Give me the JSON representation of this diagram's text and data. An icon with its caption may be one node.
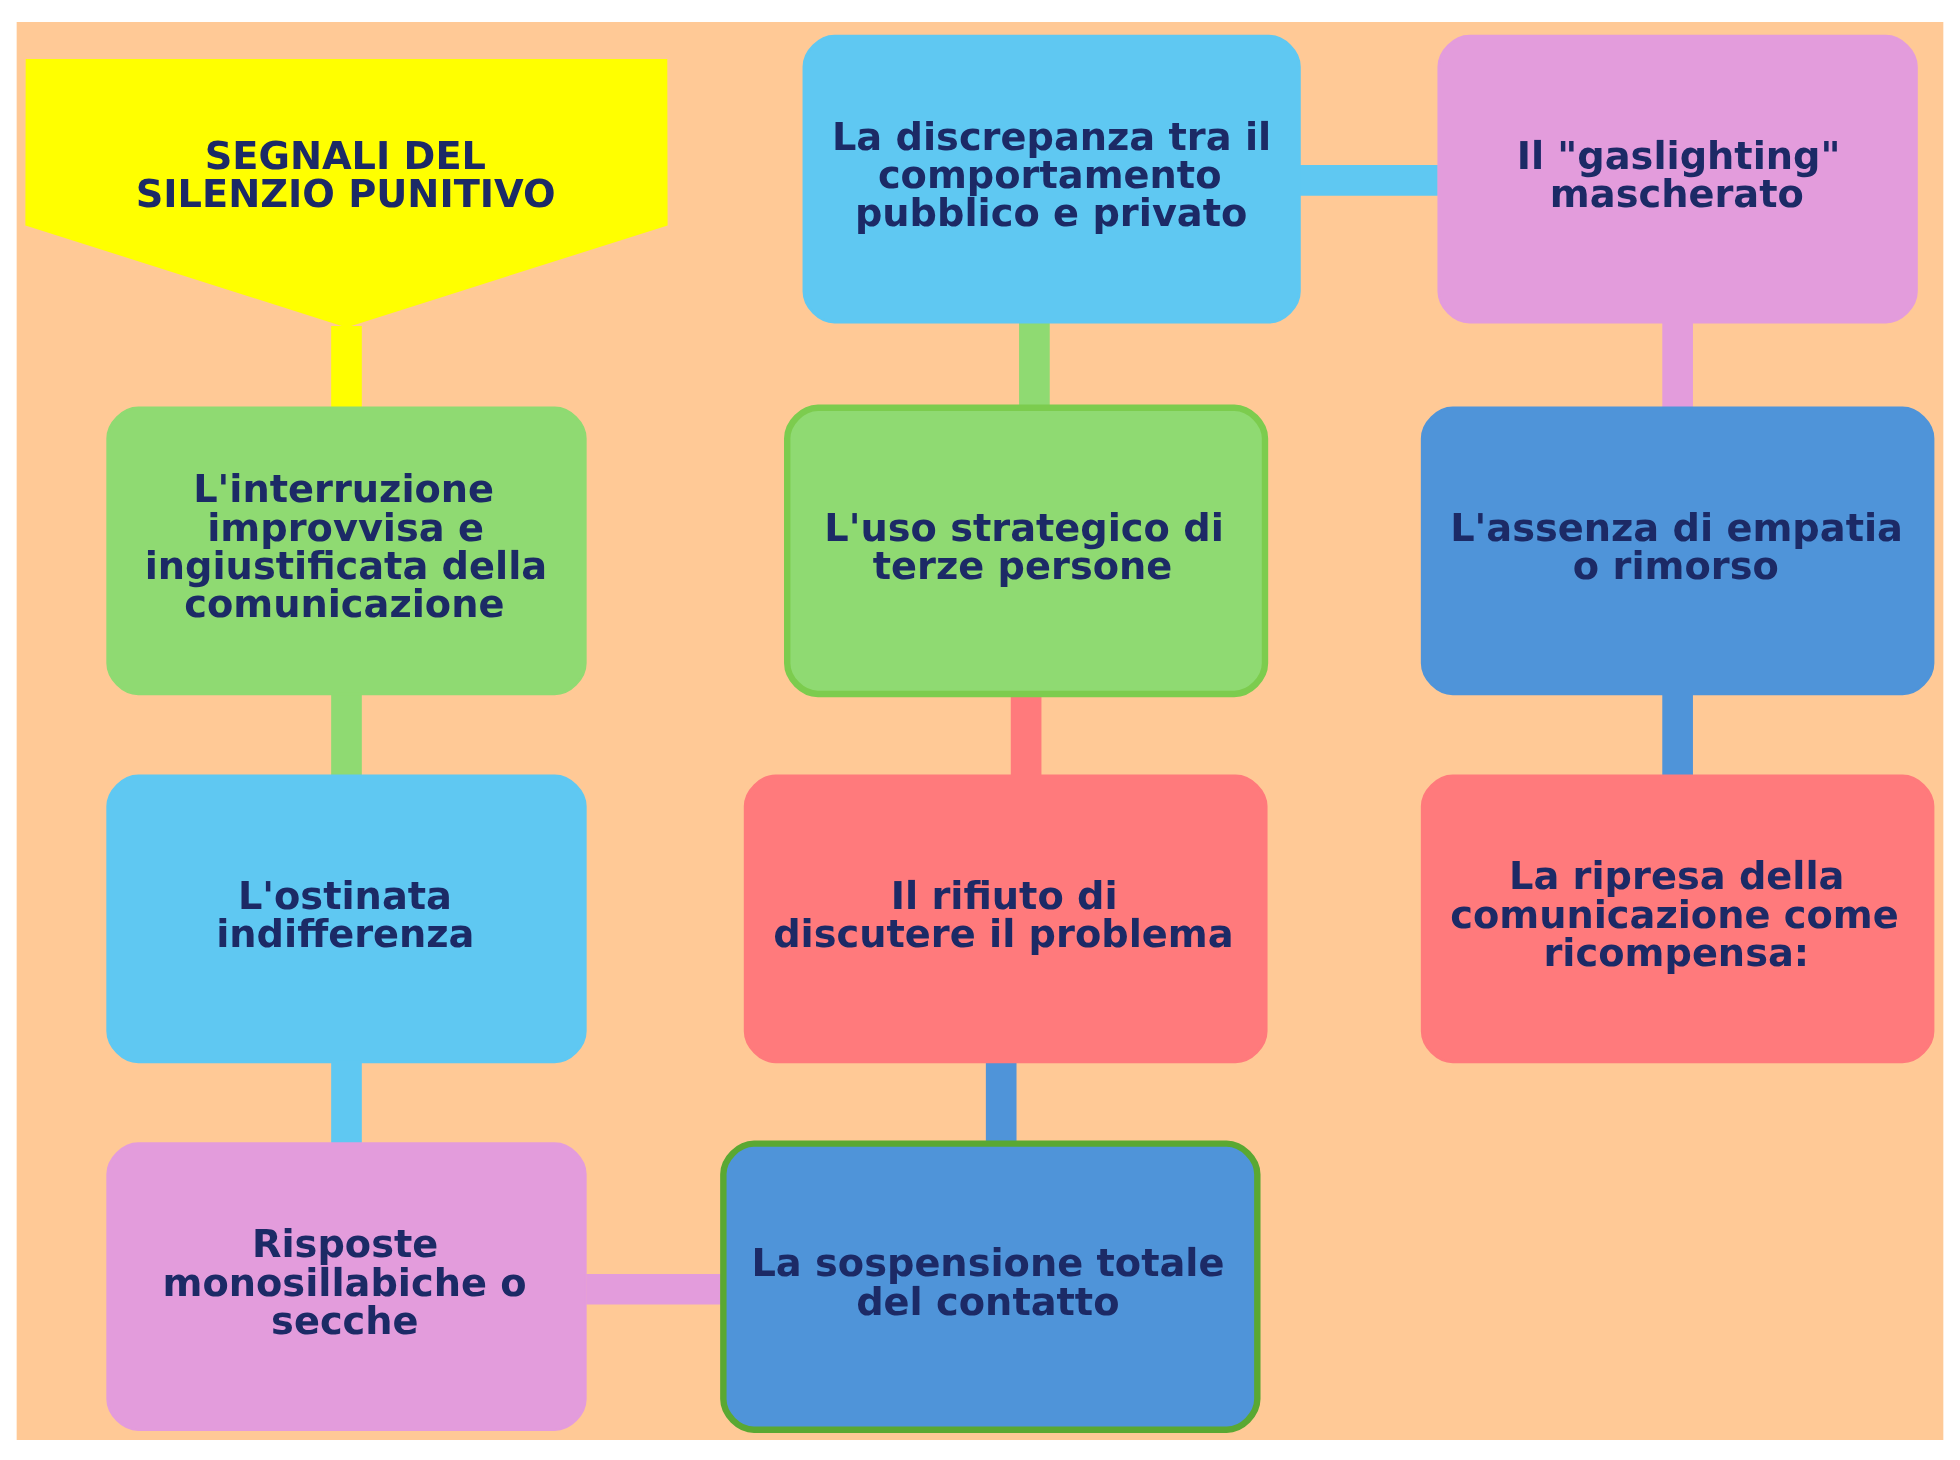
{
  "diagram": {
    "nodes": [
      {
        "text": [
          "SEGNALI DEL SILENZIO PUNITIVO"
        ]
      },
      {
        "text": [
          "L'interruzione improvvisa e ingiustificata della comunicazione"
        ]
      },
      {
        "text": [
          "L'ostinata indifferenza"
        ]
      },
      {
        "text": [
          "Risposte monosillabiche o secche"
        ]
      },
      {
        "text": [
          "La sospensione totale del contatto"
        ]
      },
      {
        "text": [
          "Il rifiuto di discutere il problema"
        ]
      },
      {
        "text": [
          "L'uso strategico di terze persone"
        ]
      },
      {
        "text": [
          "La discrepanza tra il comportamento pubblico e privato"
        ]
      },
      {
        "text": [
          "Il \"gaslighting\" mascherato"
        ]
      },
      {
        "text": [
          "L'assenza di empatia o rimorso"
        ]
      },
      {
        "text": [
          "La ripresa della comunicazione come ricompensa:"
        ]
      }
    ],
    "edges": [
      {
        "from": 0,
        "to": 1,
        "arrow": "none",
        "color": "#ffff00"
      },
      {
        "from": 1,
        "to": 2,
        "arrow": "none",
        "color": "#8fda72"
      },
      {
        "from": 2,
        "to": 3,
        "arrow": "none",
        "color": "#5fc8f2"
      },
      {
        "from": 3,
        "to": 4,
        "arrow": "none",
        "color": "#e39cdc"
      },
      {
        "from": 4,
        "to": 5,
        "arrow": "none",
        "color": "#4f94d9"
      },
      {
        "from": 5,
        "to": 6,
        "arrow": "none",
        "color": "#ff7a7c"
      },
      {
        "from": 6,
        "to": 7,
        "arrow": "none",
        "color": "#8fda72"
      },
      {
        "from": 7,
        "to": 8,
        "arrow": "none",
        "color": "#5fc8f2"
      },
      {
        "from": 8,
        "to": 9,
        "arrow": "none",
        "color": "#e39cdc"
      },
      {
        "from": 9,
        "to": 10,
        "arrow": "none",
        "color": "#4f94d9"
      }
    ]
  }
}
